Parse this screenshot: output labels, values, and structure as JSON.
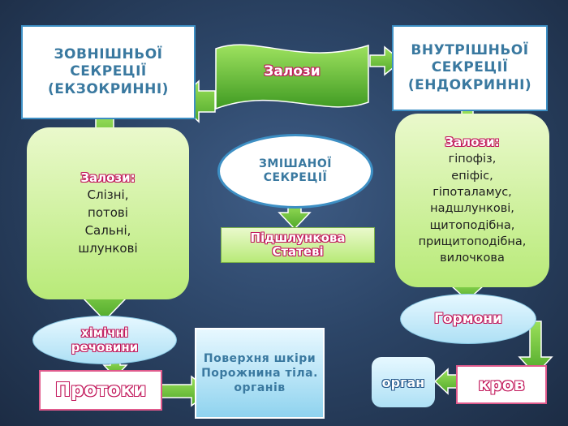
{
  "center_banner": {
    "label": "Залози"
  },
  "exocrine": {
    "title": "ЗОВНІШНЬОЇ  СЕКРЕЦІЇ (ЕКЗОКРИННІ)",
    "glands_label": "Залози:",
    "glands": [
      "Слізні,",
      "потові",
      "Сальні,",
      "шлункові"
    ],
    "product": "хімічні речовини",
    "pathway": "Протоки"
  },
  "endocrine": {
    "title": "ВНУТРІШНЬОЇ СЕКРЕЦІЇ (ЕНДОКРИННІ)",
    "glands_label": "Залози:",
    "glands": [
      "гіпофіз,",
      "епіфіс,",
      "гіпоталамус,",
      "надшлункові,",
      "щитоподібна,",
      "прищитоподібна,",
      "вилочкова"
    ],
    "product": "Гормони",
    "pathway": "кров",
    "target": "орган"
  },
  "mixed": {
    "title": "ЗМІШАНОЇ СЕКРЕЦІЇ",
    "examples": [
      "Підшлункова",
      "Статеві"
    ]
  },
  "destinations": {
    "lines": [
      "Поверхня шкіри",
      "Порожнина тіла.",
      "органів"
    ]
  },
  "colors": {
    "arrow_green": "#6cc33a",
    "box_border": "#3d8fc4",
    "accent_pink": "#c2185b",
    "background": "#2c4567"
  }
}
